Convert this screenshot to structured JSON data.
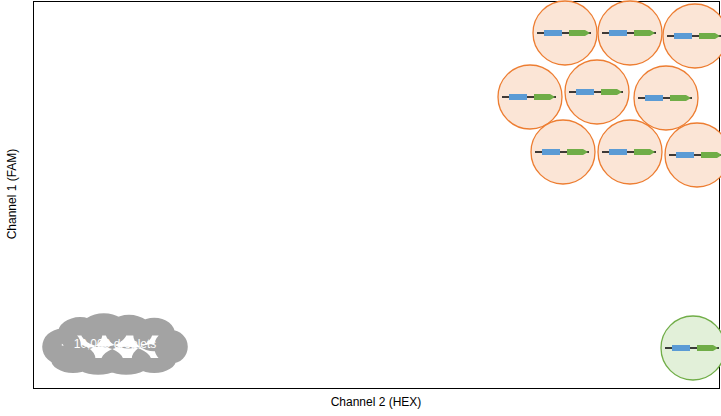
{
  "diagram": {
    "nodes": [
      {
        "text": [
          "10,000 droplets"
        ]
      }
    ],
    "labels": [
      "Channel 1 (FAM)",
      "Channel 2 (HEX)"
    ]
  }
}
